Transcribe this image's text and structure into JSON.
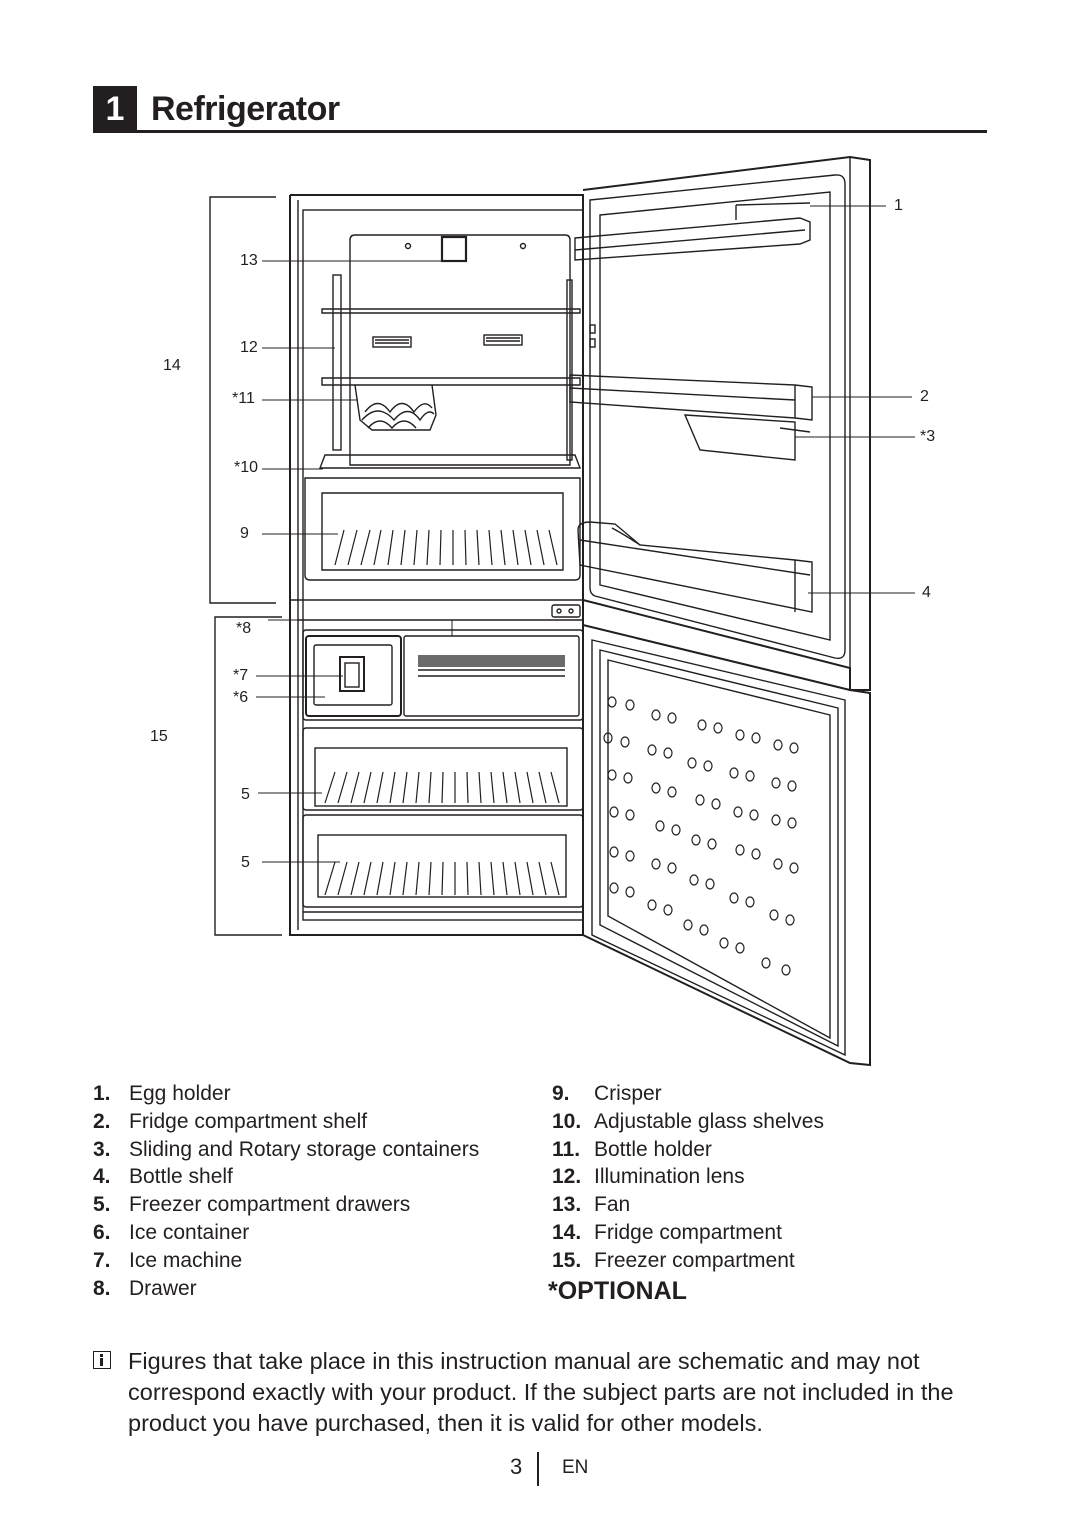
{
  "section": {
    "number": "1",
    "title": "Refrigerator"
  },
  "callouts": {
    "c1": "1",
    "c2": "2",
    "c3": "*3",
    "c4": "4",
    "c5a": "5",
    "c5b": "5",
    "c6": "*6",
    "c7": "*7",
    "c8": "*8",
    "c9": "9",
    "c10": "*10",
    "c11": "*11",
    "c12": "12",
    "c13": "13",
    "c14": "14",
    "c15": "15"
  },
  "parts_left": [
    {
      "num": "1.",
      "label": "Egg holder"
    },
    {
      "num": "2.",
      "label": "Fridge compartment shelf"
    },
    {
      "num": "3.",
      "label": "Sliding and Rotary storage containers"
    },
    {
      "num": "4.",
      "label": "Bottle shelf"
    },
    {
      "num": "5.",
      "label": "Freezer compartment drawers"
    },
    {
      "num": "6.",
      "label": "Ice container"
    },
    {
      "num": "7.",
      "label": "Ice machine"
    },
    {
      "num": "8.",
      "label": "Drawer"
    }
  ],
  "parts_right": [
    {
      "num": "9.",
      "label": "Crisper"
    },
    {
      "num": "10.",
      "label": "Adjustable glass shelves"
    },
    {
      "num": "11.",
      "label": "Bottle holder"
    },
    {
      "num": "12.",
      "label": "Illumination lens"
    },
    {
      "num": "13.",
      "label": "Fan"
    },
    {
      "num": "14.",
      "label": "Fridge compartment"
    },
    {
      "num": "15.",
      "label": "Freezer compartment"
    }
  ],
  "optional_label": "*OPTIONAL",
  "note": "Figures that take place in this instruction manual are schematic and may not correspond exactly with your product. If the subject parts are not included in the product you have purchased, then it is valid for other models.",
  "footer": {
    "page": "3",
    "lang": "EN"
  }
}
